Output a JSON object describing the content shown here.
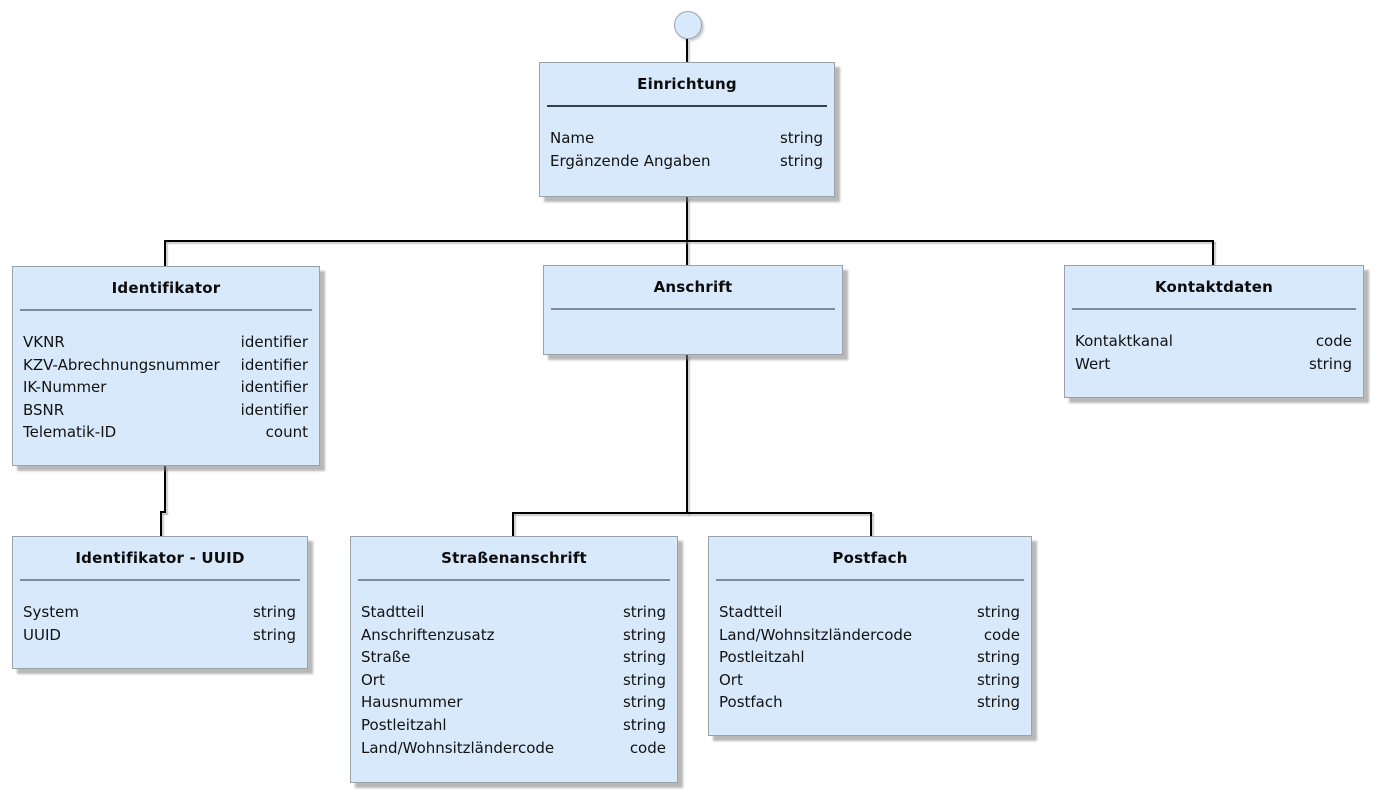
{
  "diagram": {
    "type": "entity-hierarchy",
    "colors": {
      "box_fill": "#d9e9fc",
      "box_border": "#9aa1a8",
      "separator": "#7d8b98",
      "separator_root": "#36404a",
      "connector_line": "#000000",
      "shadow": "#7d7d7d",
      "circle_fill": "#d9e9fc",
      "circle_border": "#98a4b0",
      "text": "#121212"
    },
    "boxes": [
      {
        "id": "einrichtung",
        "title": "Einrichtung",
        "fields": [
          {
            "name": "Name",
            "type": "string"
          },
          {
            "name": "Ergänzende Angaben",
            "type": "string"
          }
        ]
      },
      {
        "id": "identifikator",
        "title": "Identifikator",
        "fields": [
          {
            "name": "VKNR",
            "type": "identifier"
          },
          {
            "name": "KZV-Abrechnungsnummer",
            "type": "identifier"
          },
          {
            "name": "IK-Nummer",
            "type": "identifier"
          },
          {
            "name": "BSNR",
            "type": "identifier"
          },
          {
            "name": "Telematik-ID",
            "type": "count"
          }
        ]
      },
      {
        "id": "anschrift",
        "title": "Anschrift",
        "fields": []
      },
      {
        "id": "kontaktdaten",
        "title": "Kontaktdaten",
        "fields": [
          {
            "name": "Kontaktkanal",
            "type": "code"
          },
          {
            "name": "Wert",
            "type": "string"
          }
        ]
      },
      {
        "id": "identifikator-uuid",
        "title": "Identifikator - UUID",
        "fields": [
          {
            "name": "System",
            "type": "string"
          },
          {
            "name": "UUID",
            "type": "string"
          }
        ]
      },
      {
        "id": "strassenanschrift",
        "title": "Straßenanschrift",
        "fields": [
          {
            "name": "Stadtteil",
            "type": "string"
          },
          {
            "name": "Anschriftenzusatz",
            "type": "string"
          },
          {
            "name": "Straße",
            "type": "string"
          },
          {
            "name": "Ort",
            "type": "string"
          },
          {
            "name": "Hausnummer",
            "type": "string"
          },
          {
            "name": "Postleitzahl",
            "type": "string"
          },
          {
            "name": "Land/Wohnsitzländercode",
            "type": "code"
          }
        ]
      },
      {
        "id": "postfach",
        "title": "Postfach",
        "fields": [
          {
            "name": "Stadtteil",
            "type": "string"
          },
          {
            "name": "Land/Wohnsitzländercode",
            "type": "code"
          },
          {
            "name": "Postleitzahl",
            "type": "string"
          },
          {
            "name": "Ort",
            "type": "string"
          },
          {
            "name": "Postfach",
            "type": "string"
          }
        ]
      }
    ],
    "edges": [
      {
        "from": "root-anchor",
        "to": "einrichtung"
      },
      {
        "from": "einrichtung",
        "to": "identifikator"
      },
      {
        "from": "einrichtung",
        "to": "anschrift"
      },
      {
        "from": "einrichtung",
        "to": "kontaktdaten"
      },
      {
        "from": "identifikator",
        "to": "identifikator-uuid"
      },
      {
        "from": "anschrift",
        "to": "strassenanschrift"
      },
      {
        "from": "anschrift",
        "to": "postfach"
      }
    ]
  }
}
